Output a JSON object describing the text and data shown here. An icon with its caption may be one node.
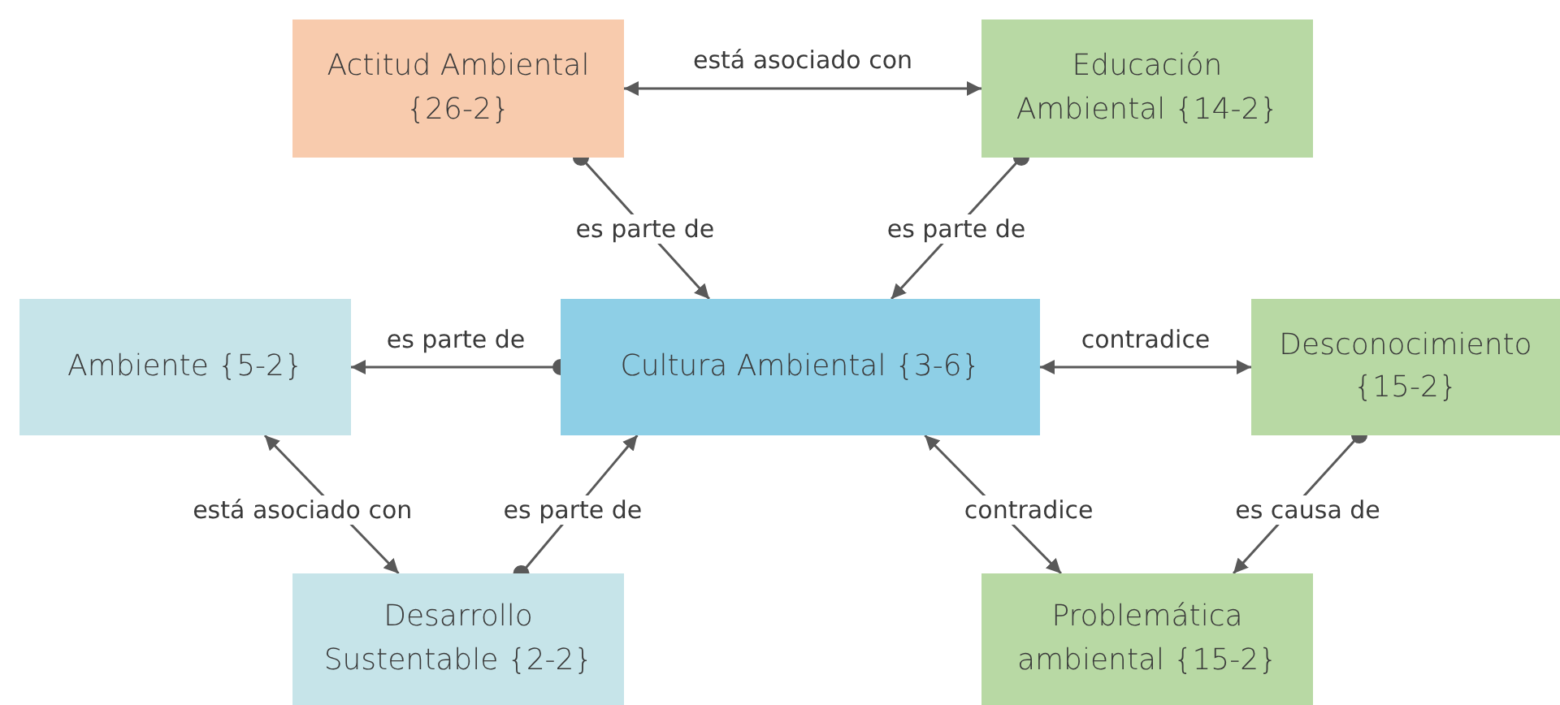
{
  "diagram": {
    "nodes": [
      {
        "text": [
          "Actitud Ambiental {26-2}"
        ]
      },
      {
        "text": [
          "Educación Ambiental {14-2}"
        ]
      },
      {
        "text": [
          "Ambiente {5-2}"
        ]
      },
      {
        "text": [
          "Cultura Ambiental {3-6}"
        ]
      },
      {
        "text": [
          "Desconocimiento {15-2}"
        ]
      },
      {
        "text": [
          "Desarrollo Sustentable {2-2}"
        ]
      },
      {
        "text": [
          "Problemática ambiental {15-2}"
        ]
      }
    ],
    "edges": [
      {
        "from": 0,
        "to": 1,
        "arrow": "both",
        "label": "está asociado con"
      },
      {
        "from": 0,
        "to": 3,
        "arrow": "to",
        "label": "es parte de"
      },
      {
        "from": 1,
        "to": 3,
        "arrow": "to",
        "label": "es parte de"
      },
      {
        "from": 3,
        "to": 2,
        "arrow": "to",
        "label": "es parte de"
      },
      {
        "from": 3,
        "to": 4,
        "arrow": "both",
        "label": "contradice"
      },
      {
        "from": 2,
        "to": 5,
        "arrow": "both",
        "label": "está asociado con"
      },
      {
        "from": 5,
        "to": 3,
        "arrow": "to",
        "label": "es parte de"
      },
      {
        "from": 3,
        "to": 6,
        "arrow": "both",
        "label": "contradice"
      },
      {
        "from": 4,
        "to": 6,
        "arrow": "to",
        "label": "es causa de"
      }
    ]
  }
}
